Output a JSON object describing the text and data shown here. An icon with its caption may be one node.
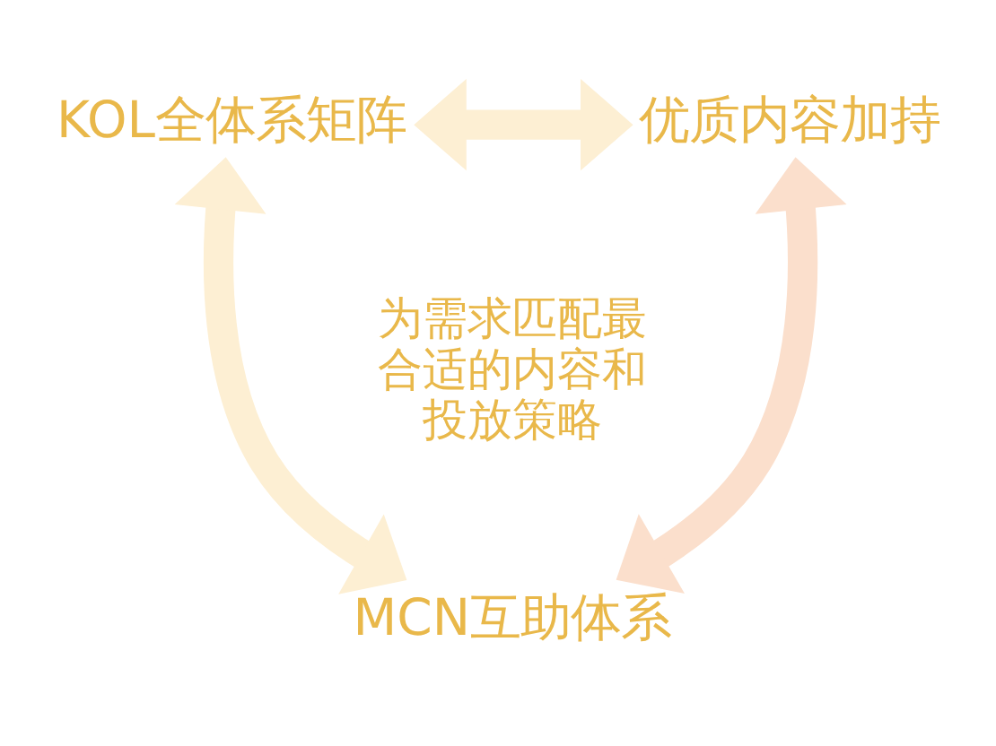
{
  "diagram": {
    "nodes": [
      {
        "text": [
          "KOL全体系矩阵"
        ]
      },
      {
        "text": [
          "优质内容加持"
        ]
      },
      {
        "text": [
          "为需求匹配最合适的内容和投放策略"
        ]
      },
      {
        "text": [
          "MCN互助体系"
        ]
      }
    ],
    "edges": [
      {
        "from": 0,
        "to": 1,
        "arrow": "both"
      },
      {
        "from": 0,
        "to": 3,
        "arrow": "both"
      },
      {
        "from": 1,
        "to": 3,
        "arrow": "both",
        "color": "#fbdfcc"
      }
    ]
  }
}
